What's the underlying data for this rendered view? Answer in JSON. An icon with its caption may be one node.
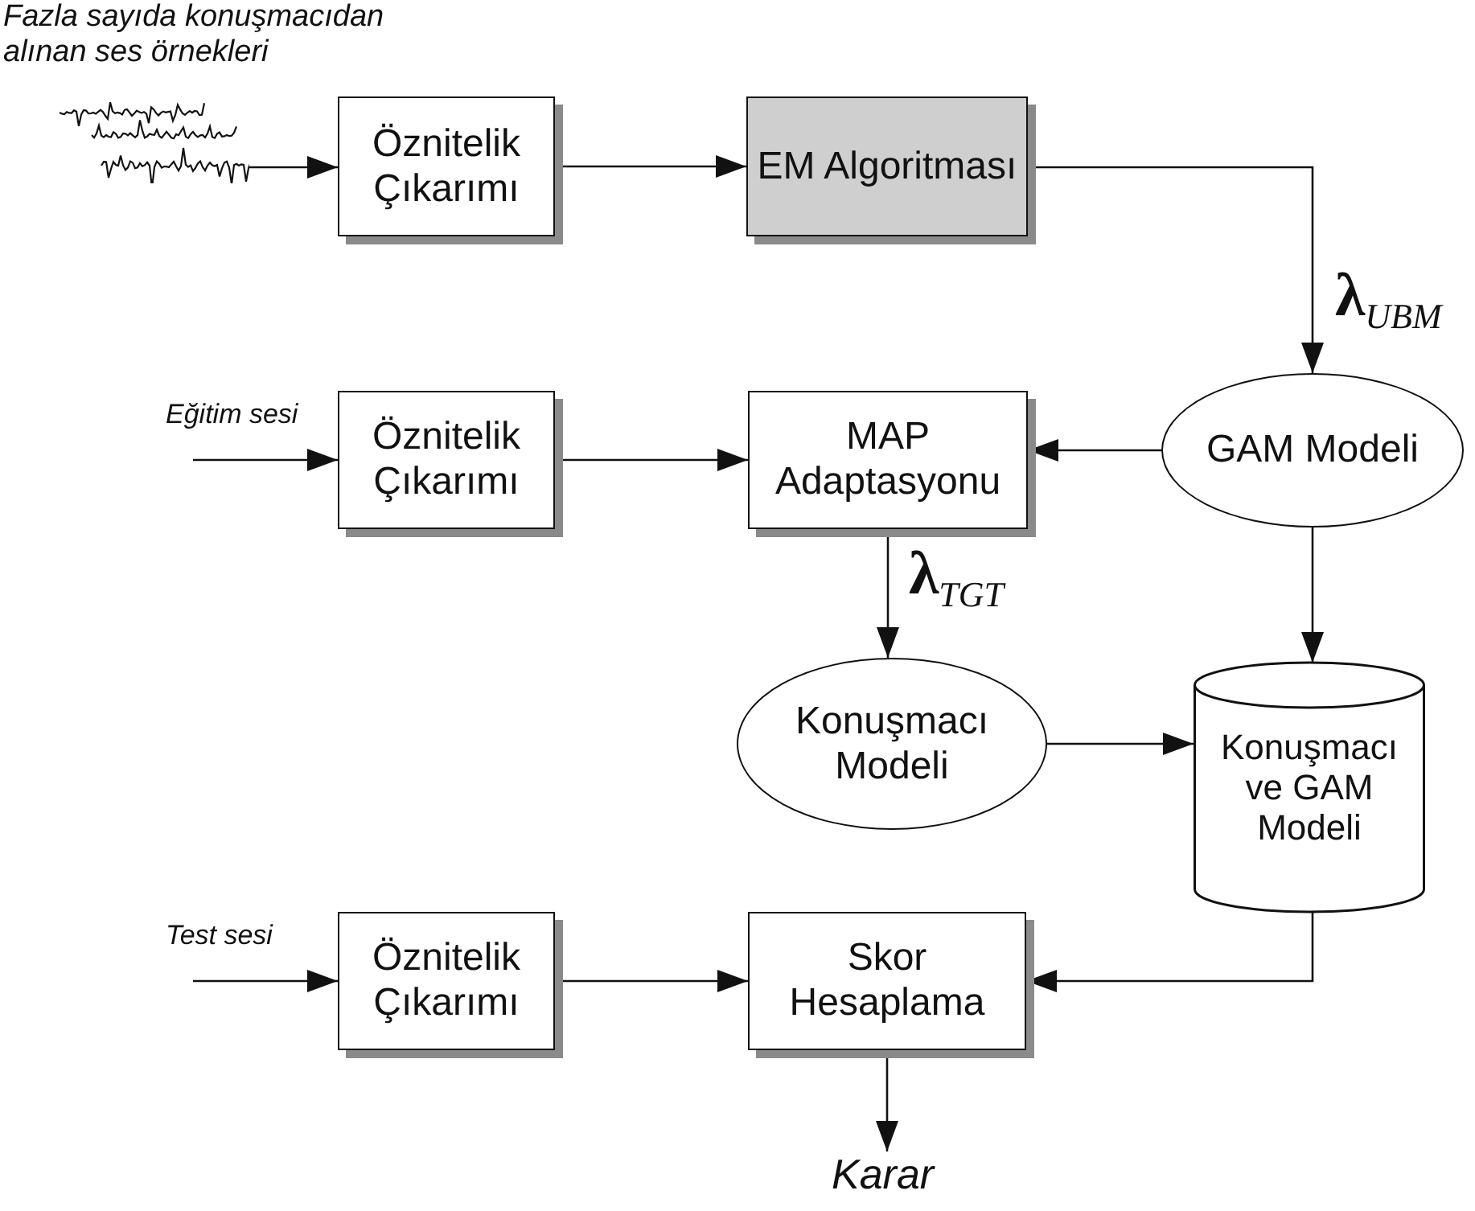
{
  "diagram": {
    "nodes": [
      {
        "text": [],
        "shape": "picture",
        "beside": [
          "Fazla sayıda konuşmacıdan alınan ses örnekleri"
        ]
      },
      {
        "text": [
          "Öznitelik Çıkarımı"
        ]
      },
      {
        "text": [
          "EM Algoritması"
        ]
      },
      {
        "text": [
          "Eğitim sesi"
        ]
      },
      {
        "text": [
          "Öznitelik Çıkarımı"
        ]
      },
      {
        "text": [
          "MAP Adaptasyonu"
        ]
      },
      {
        "text": [
          "GAM Modeli"
        ]
      },
      {
        "text": [
          "Konuşmacı Modeli"
        ]
      },
      {
        "text": [
          "Konuşmacı ve GAM Modeli"
        ]
      },
      {
        "text": [
          "Test sesi"
        ]
      },
      {
        "text": [
          "Öznitelik Çıkarımı"
        ]
      },
      {
        "text": [
          "Skor Hesaplama"
        ]
      },
      {
        "text": [
          "Karar"
        ]
      }
    ],
    "edges": [
      {
        "from": 0,
        "to": 1,
        "arrow": "to"
      },
      {
        "from": 1,
        "to": 2,
        "arrow": "to"
      },
      {
        "from": 2,
        "to": 6,
        "arrow": "to",
        "label": "λ$_{UBM}$"
      },
      {
        "from": 3,
        "to": 4,
        "arrow": "to"
      },
      {
        "from": 4,
        "to": 5,
        "arrow": "to"
      },
      {
        "from": 6,
        "to": 5,
        "arrow": "to"
      },
      {
        "from": 5,
        "to": 7,
        "arrow": "to",
        "label": "λ$_{TGT}$"
      },
      {
        "from": 6,
        "to": 8,
        "arrow": "to"
      },
      {
        "from": 7,
        "to": 8,
        "arrow": "to"
      },
      {
        "from": 9,
        "to": 10,
        "arrow": "to"
      },
      {
        "from": 10,
        "to": 11,
        "arrow": "to"
      },
      {
        "from": 8,
        "to": 11,
        "arrow": "to"
      },
      {
        "from": 11,
        "to": 12,
        "arrow": "to"
      }
    ]
  }
}
